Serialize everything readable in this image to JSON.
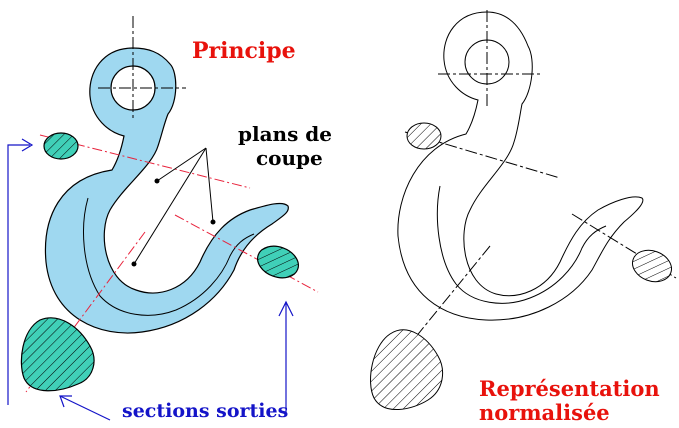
{
  "labels": {
    "principle": "Principe",
    "cutting_planes_line1": "plans de",
    "cutting_planes_line2": "coupe",
    "sections_out": "sections sorties",
    "normalized_line1": "Représentation",
    "normalized_line2": "normalisée"
  },
  "colors": {
    "section_fill": "#40d0b8",
    "hook_fill": "#9fd8f0",
    "cut_line": "#e8233c",
    "arrow": "#1414c8",
    "label_red": "#e8120c",
    "label_blue": "#1414c8",
    "outline": "#000000"
  }
}
